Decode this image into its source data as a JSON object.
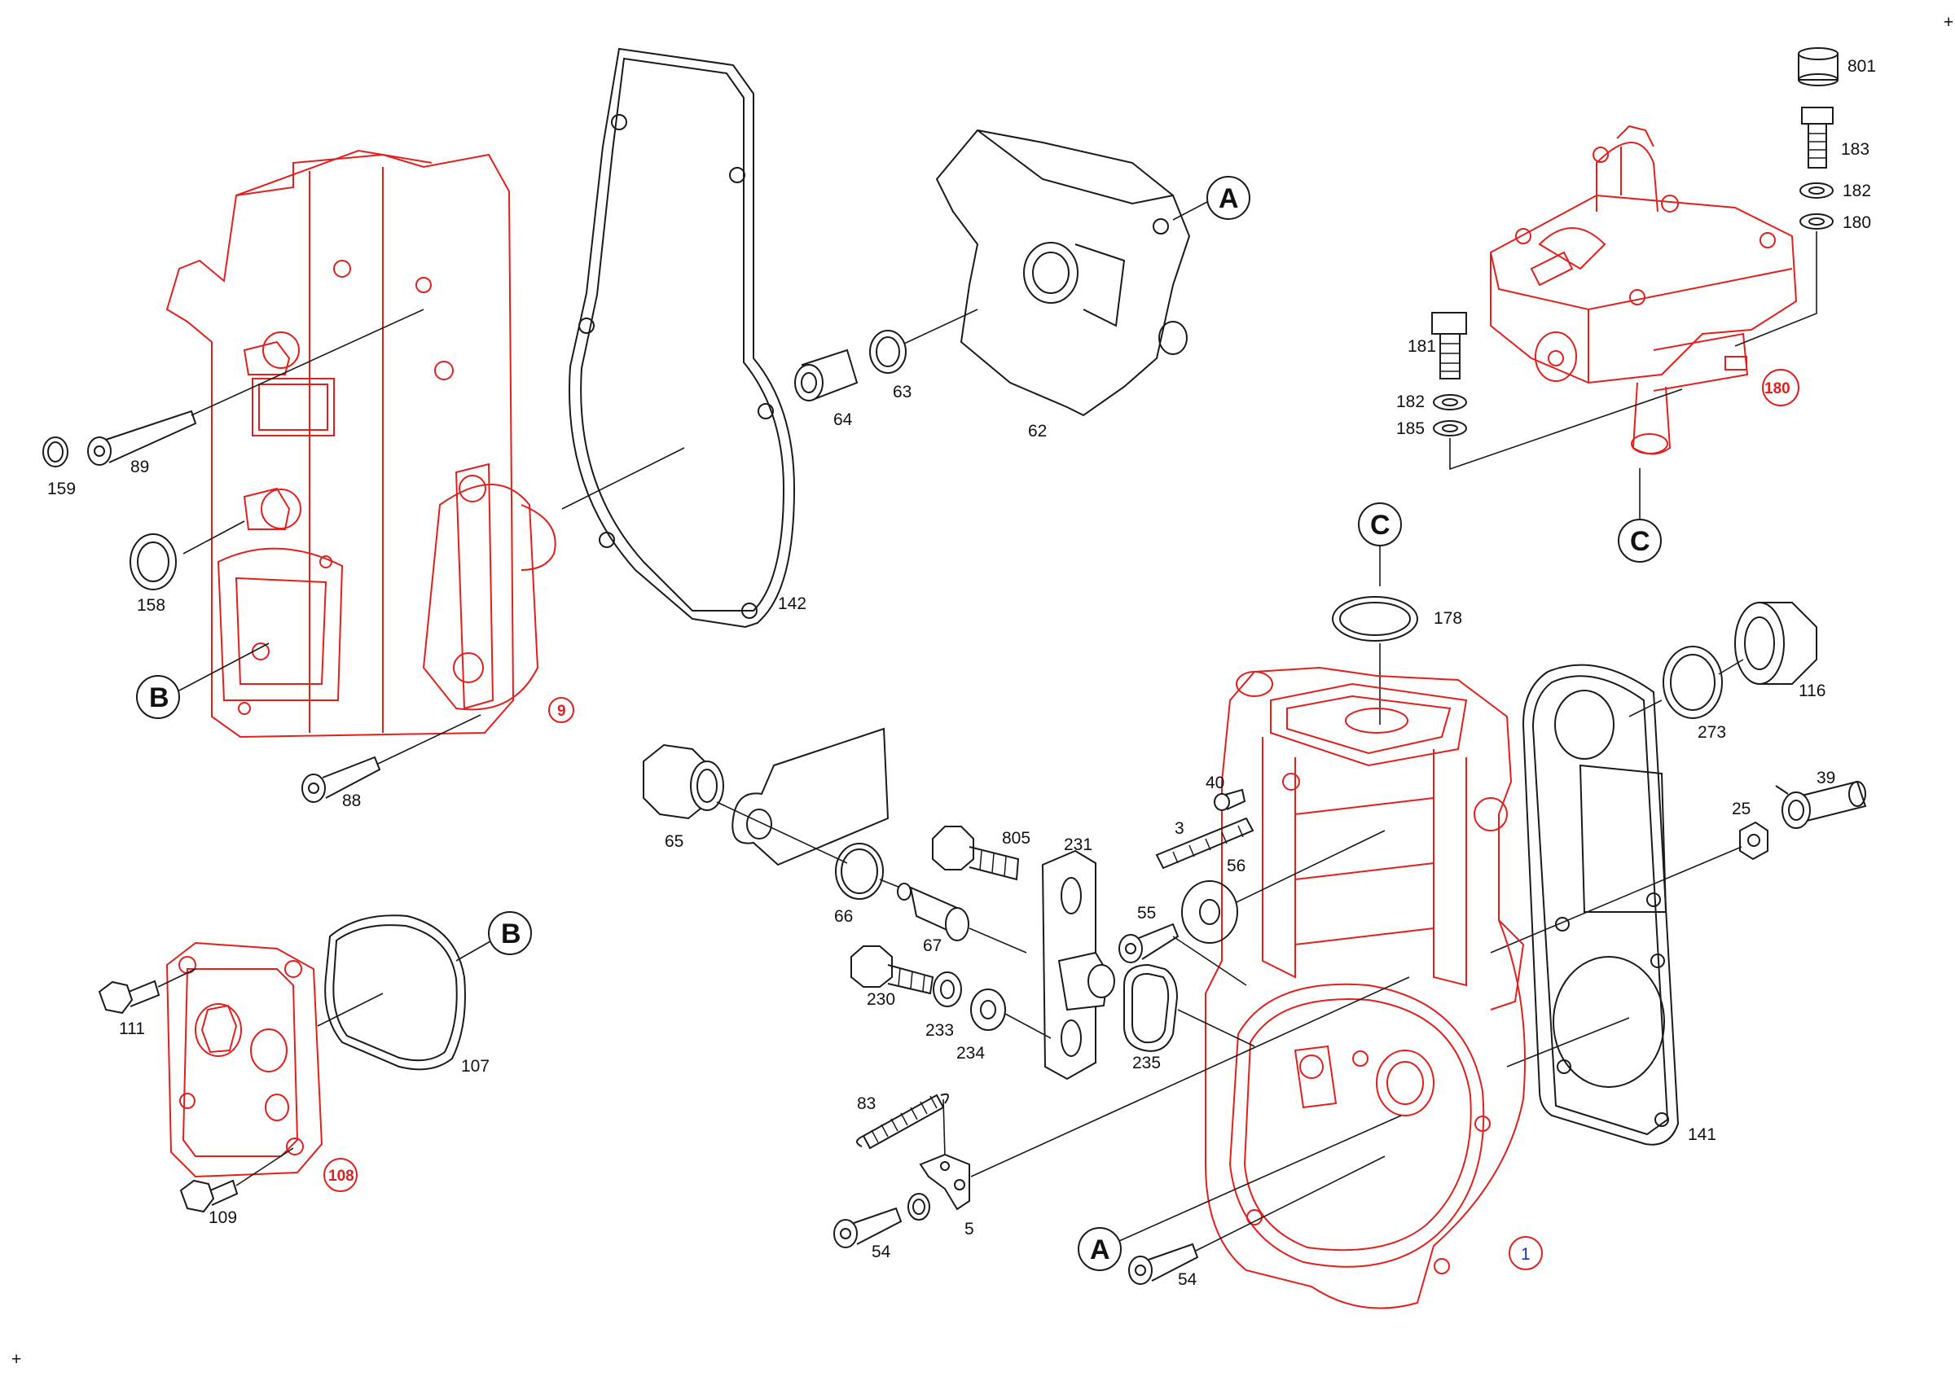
{
  "diagram": {
    "parts": [
      {
        "id": "p159",
        "label": "159"
      },
      {
        "id": "p89",
        "label": "89"
      },
      {
        "id": "p158",
        "label": "158"
      },
      {
        "id": "p88",
        "label": "88"
      },
      {
        "id": "p9",
        "label": "9"
      },
      {
        "id": "p142",
        "label": "142"
      },
      {
        "id": "p64",
        "label": "64"
      },
      {
        "id": "p63",
        "label": "63"
      },
      {
        "id": "p62",
        "label": "62"
      },
      {
        "id": "p801",
        "label": "801"
      },
      {
        "id": "p183",
        "label": "183"
      },
      {
        "id": "p182a",
        "label": "182"
      },
      {
        "id": "p180a",
        "label": "180"
      },
      {
        "id": "p181",
        "label": "181"
      },
      {
        "id": "p182b",
        "label": "182"
      },
      {
        "id": "p180b",
        "label": "180"
      },
      {
        "id": "p185",
        "label": "185"
      },
      {
        "id": "p178",
        "label": "178"
      },
      {
        "id": "p116",
        "label": "116"
      },
      {
        "id": "p273",
        "label": "273"
      },
      {
        "id": "p39",
        "label": "39"
      },
      {
        "id": "p25",
        "label": "25"
      },
      {
        "id": "p141",
        "label": "141"
      },
      {
        "id": "p1",
        "label": "1"
      },
      {
        "id": "p40",
        "label": "40"
      },
      {
        "id": "p3",
        "label": "3"
      },
      {
        "id": "p56",
        "label": "56"
      },
      {
        "id": "p55",
        "label": "55"
      },
      {
        "id": "p65",
        "label": "65"
      },
      {
        "id": "p66",
        "label": "66"
      },
      {
        "id": "p67",
        "label": "67"
      },
      {
        "id": "p805",
        "label": "805"
      },
      {
        "id": "p231",
        "label": "231"
      },
      {
        "id": "p230",
        "label": "230"
      },
      {
        "id": "p233",
        "label": "233"
      },
      {
        "id": "p234",
        "label": "234"
      },
      {
        "id": "p235",
        "label": "235"
      },
      {
        "id": "p83",
        "label": "83"
      },
      {
        "id": "p5",
        "label": "5"
      },
      {
        "id": "p54a",
        "label": "54"
      },
      {
        "id": "p54b",
        "label": "54"
      },
      {
        "id": "p111",
        "label": "111"
      },
      {
        "id": "p107",
        "label": "107"
      },
      {
        "id": "p108",
        "label": "108"
      },
      {
        "id": "p109",
        "label": "109"
      }
    ],
    "callouts": {
      "A": "A",
      "B": "B",
      "C": "C"
    },
    "corner_marks": {
      "top_right": "+",
      "bottom_left": "+"
    },
    "colors": {
      "assembly_red": "#e0201c",
      "line_black": "#1a1a1a",
      "ref_blue": "#1a2ec8"
    }
  }
}
